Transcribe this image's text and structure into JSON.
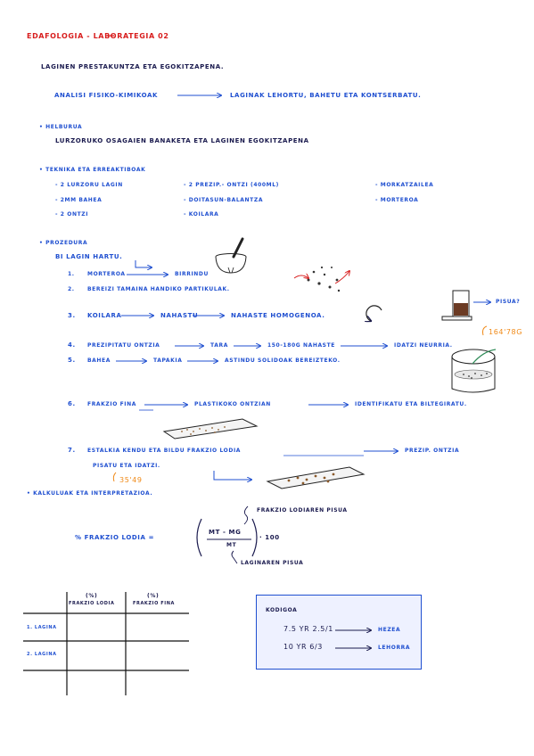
{
  "title": "EDAFOLOGIA - LABORATEGIA 02",
  "subtitle": "LAGINEN PRESTAKUNTZA ETA EGOKITZAPENA.",
  "analisi": {
    "left": "ANALISI FISIKO-KIMIKOAK",
    "right": "LAGINAK LEHORTU, BAHETU ETA KONTSERBATU."
  },
  "helburua": {
    "heading": "HELBURUA",
    "text": "LURZORUKO OSAGAIEN BANAKETA ETA LAGINEN EGOKITZAPENA"
  },
  "teknikak": {
    "heading": "TEKNIKA ETA ERREAKTIBOAK",
    "col1": [
      "2 LURZORU LAGIN",
      "2mm BAHEA",
      "2 ONTZI"
    ],
    "col2": [
      "2 PREZIP.- ONTZI (400mL)",
      "DOITASUN-BALANTZA",
      "KOILARA"
    ],
    "col3": [
      "MORKATZAILEA",
      "MORTEROA"
    ]
  },
  "prozedura": {
    "heading": "PROZEDURA",
    "intro": "BI LAGIN HARTU.",
    "steps": [
      {
        "num": "1.",
        "parts": [
          "MORTEROA",
          "BIRRINDU"
        ]
      },
      {
        "num": "2.",
        "parts": [
          "BEREIZI TAMAINA HANDIKO PARTIKULAK."
        ]
      },
      {
        "num": "3.",
        "parts": [
          "KOILARA",
          "NAHASTU",
          "NAHASTE HOMOGENOA."
        ]
      },
      {
        "num": "4.",
        "parts": [
          "PREZIPITATU ONTZIA",
          "TARA",
          "150-180g NAHASTE",
          "IDATZI NEURRIA."
        ]
      },
      {
        "num": "5.",
        "parts": [
          "BAHEA",
          "TAPAKIA",
          "ASTINDU SOLIDOAK BEREIZTEKO."
        ]
      },
      {
        "num": "6.",
        "parts": [
          "FRAKZIO FINA",
          "PLASTIKOKO ONTZIAN",
          "IDENTIFIKATU ETA BILTEGIRATU."
        ]
      },
      {
        "num": "7.",
        "parts": [
          "ESTALKIA KENDU ETA BILDU FRAKZIO LODIA",
          "PREZIP. ONTZIA"
        ],
        "line2": "PISATU ETA IDATZI."
      }
    ],
    "pisua_label": "PISUA?",
    "weight1": "164'78g",
    "weight2": "35'49"
  },
  "kalkuluak": {
    "heading": "KALKULUAK ETA INTERPRETAZIOA.",
    "formula_label": "% FRAKZIO LODIA =",
    "numerator": "mt - mg",
    "denominator": "mt",
    "multiplier": "· 100",
    "note_top": "FRAKZIO LODIAREN PISUA",
    "note_bottom": "LAGINAREN PISUA"
  },
  "table": {
    "col_headers": [
      {
        "unit": "(%)",
        "name": "FRAKZIO LODIA"
      },
      {
        "unit": "(%)",
        "name": "FRAKZIO FINA"
      }
    ],
    "rows": [
      "1. LAGINA",
      "2. LAGINA"
    ]
  },
  "kodigoa": {
    "heading": "KODIGOA",
    "rows": [
      {
        "code": "7.5 YR 2.5/1",
        "meaning": "HEZEA"
      },
      {
        "code": "10 YR 6/3",
        "meaning": "LEHORRA"
      }
    ]
  },
  "colors": {
    "blue": "#1f4fd0",
    "navy": "#1a1a4e",
    "red": "#d81e1e",
    "orange": "#f08a18"
  }
}
